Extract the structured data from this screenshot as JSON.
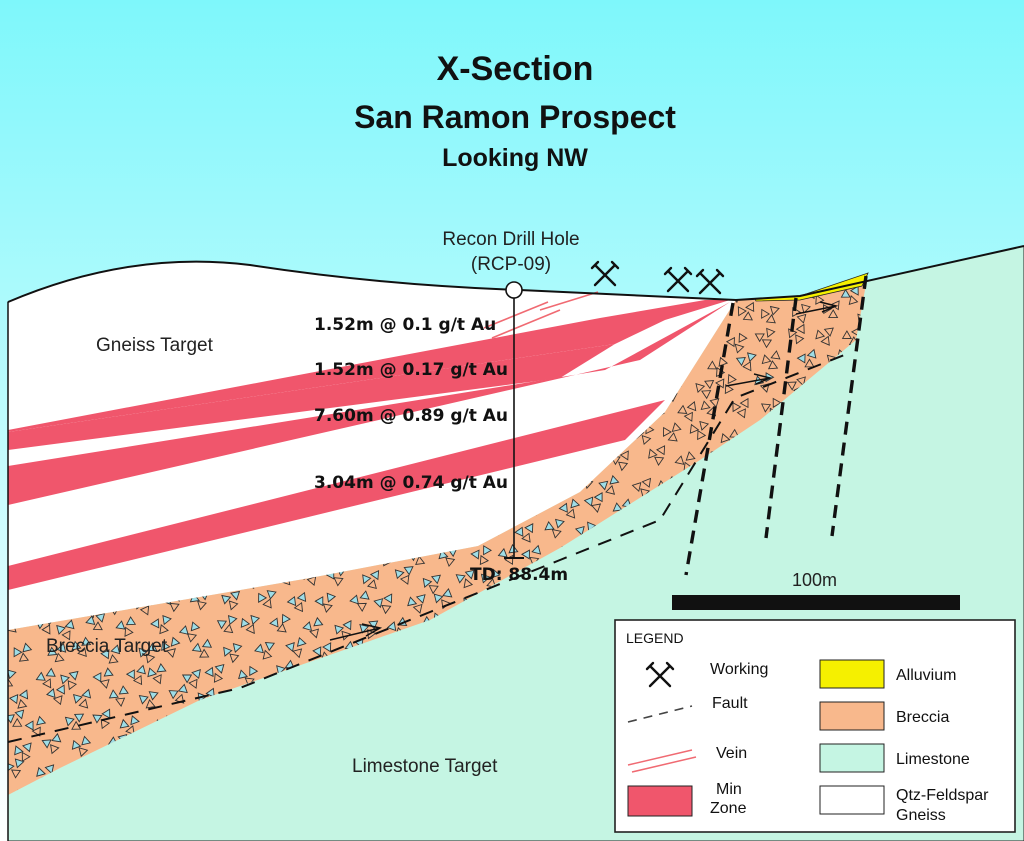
{
  "title": {
    "line1": "X-Section",
    "line2": "San Ramon Prospect",
    "line3": "Looking NW"
  },
  "drill_hole": {
    "name": "Recon Drill Hole",
    "id": "(RCP-09)",
    "total_depth": "TD: 88.4m"
  },
  "intercepts": [
    "1.52m @ 0.1 g/t Au",
    "1.52m @ 0.17 g/t Au",
    "7.60m @ 0.89 g/t Au",
    "3.04m @ 0.74 g/t Au"
  ],
  "targets": {
    "gneiss": "Gneiss Target",
    "breccia": "Breccia Target",
    "limestone": "Limestone Target"
  },
  "scale_bar": {
    "label": "100m"
  },
  "legend": {
    "title": "LEGEND",
    "working": "Working",
    "fault": "Fault",
    "vein": "Vein",
    "min_zone_1": "Min",
    "min_zone_2": "Zone",
    "alluvium": "Alluvium",
    "breccia": "Breccia",
    "limestone": "Limestone",
    "gneiss_1": "Qtz-Feldspar",
    "gneiss_2": "Gneiss"
  },
  "colors": {
    "sky_top": "#7ef7fb",
    "sky_bottom": "#ffffff",
    "gneiss": "#ffffff",
    "breccia": "#f8b88c",
    "limestone": "#c5f5e3",
    "min_zone": "#f0566c",
    "alluvium": "#f5f000",
    "clast_dark": "#333333",
    "clast_light": "#9fdde6"
  }
}
